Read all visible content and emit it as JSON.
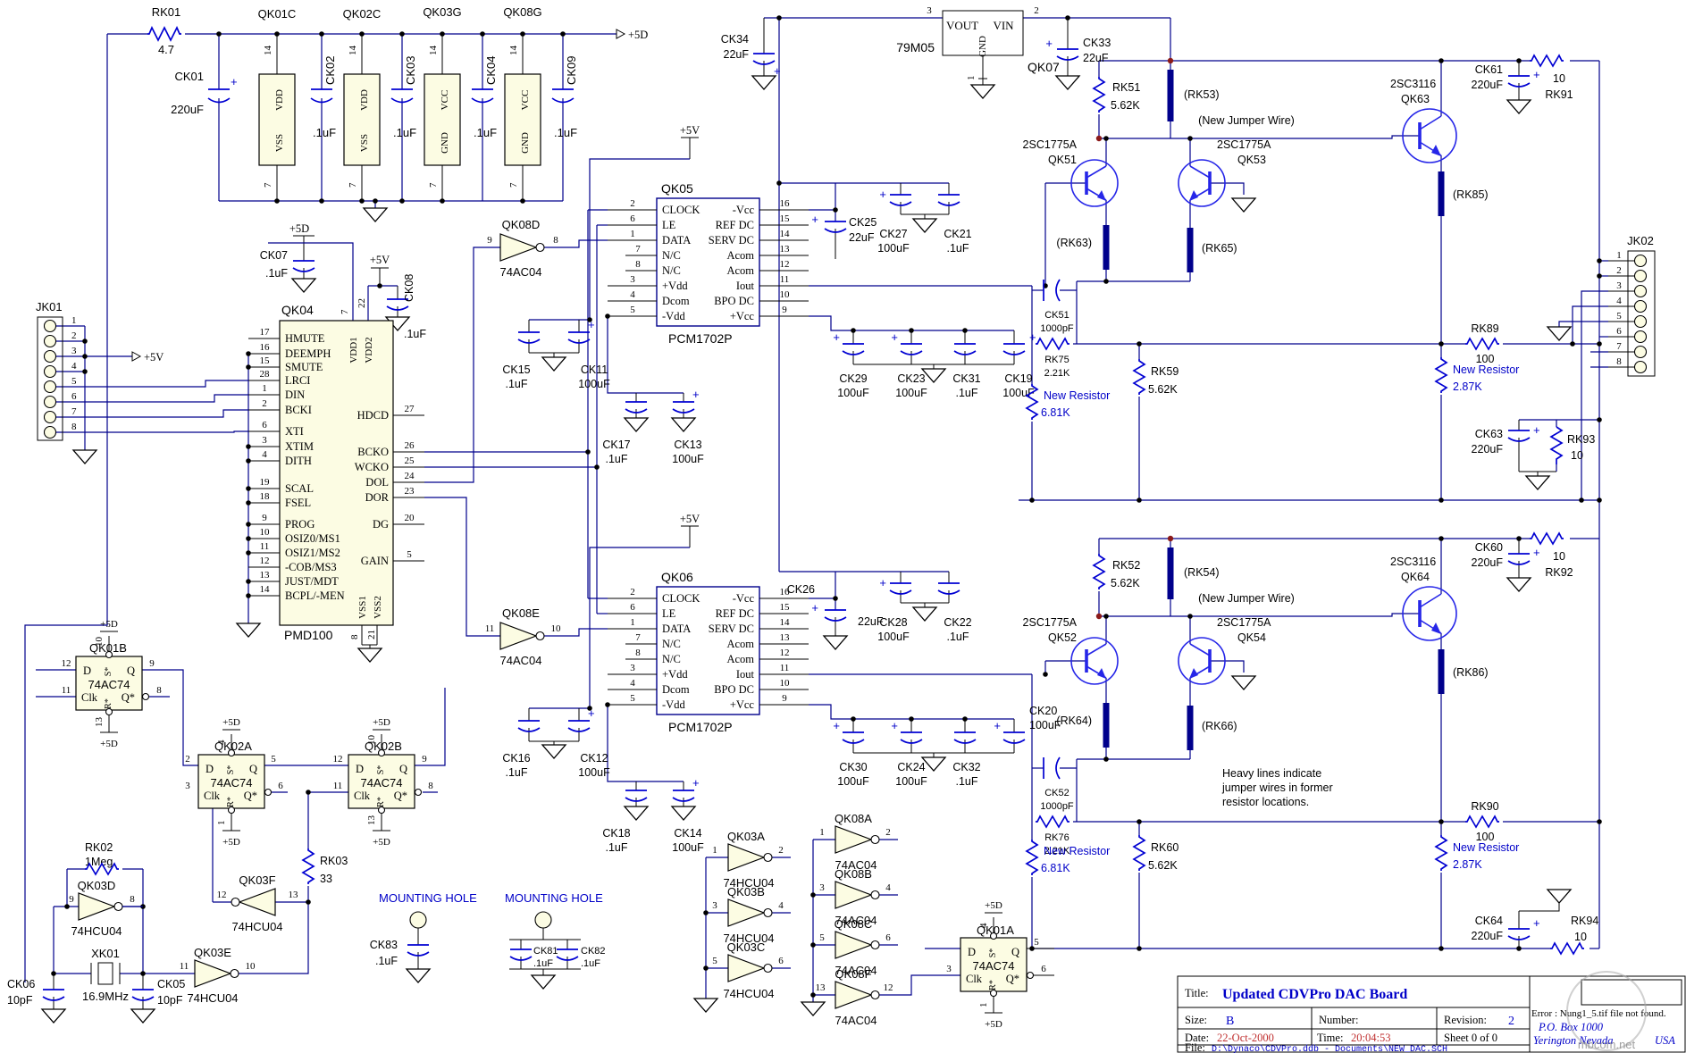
{
  "schematic": {
    "sym": {
      "plus": "+",
      "p5d": "+5D",
      "p5v": "+5V"
    },
    "rail_top": {
      "plus5d": "+5D",
      "rk01": {
        "ref": "RK01",
        "val": "4.7"
      },
      "ck01": {
        "ref": "CK01",
        "val": "220uF"
      },
      "ics": [
        {
          "ref": "QK01C",
          "t": "VDD",
          "b": "VSS",
          "pt": "14",
          "pb": "7"
        },
        {
          "ref": "QK02C",
          "t": "VDD",
          "b": "VSS",
          "pt": "14",
          "pb": "7"
        },
        {
          "ref": "QK03G",
          "t": "VCC",
          "b": "GND",
          "pt": "14",
          "pb": "7"
        },
        {
          "ref": "QK08G",
          "t": "VCC",
          "b": "GND",
          "pt": "14",
          "pb": "7"
        }
      ],
      "caps": [
        {
          "ref": "CK02",
          "val": ".1uF"
        },
        {
          "ref": "CK03",
          "val": ".1uF"
        },
        {
          "ref": "CK04",
          "val": ".1uF"
        },
        {
          "ref": "CK09",
          "val": ".1uF"
        }
      ]
    },
    "regulator": {
      "part": "79M05",
      "ref": "QK07",
      "vout": "VOUT",
      "vin": "VIN",
      "gnd": "GND",
      "p_out": "3",
      "p_in": "2",
      "p_gnd": "1",
      "ck34": {
        "ref": "CK34",
        "val": "22uF"
      },
      "ck33": {
        "ref": "CK33",
        "val": "22uF"
      }
    },
    "jk01": {
      "ref": "JK01",
      "rail": "+5V",
      "pins": [
        "1",
        "2",
        "3",
        "4",
        "5",
        "6",
        "7",
        "8"
      ]
    },
    "qk04": {
      "ref": "QK04",
      "part": "PMD100",
      "ck07": {
        "ref": "CK07",
        "val": ".1uF",
        "rail": "+5D"
      },
      "ck08": {
        "ref": "CK08",
        "val": ".1uF",
        "rail": "+5V"
      },
      "vdd1": "VDD1",
      "vdd2": "VDD2",
      "p_vdd1": "7",
      "p_vdd2": "22",
      "vss1": "VSS1",
      "vss2": "VSS2",
      "p_vss1": "8",
      "p_vss2": "21",
      "left": [
        {
          "n": "17",
          "l": "HMUTE"
        },
        {
          "n": "16",
          "l": "DEEMPH"
        },
        {
          "n": "15",
          "l": "SMUTE"
        },
        {
          "n": "28",
          "l": "LRCI"
        },
        {
          "n": "1",
          "l": "DIN"
        },
        {
          "n": "2",
          "l": "BCKI"
        },
        {
          "n": "6",
          "l": "XTI"
        },
        {
          "n": "3",
          "l": "XTIM"
        },
        {
          "n": "4",
          "l": "DITH"
        },
        {
          "n": "19",
          "l": "SCAL"
        },
        {
          "n": "18",
          "l": "FSEL"
        },
        {
          "n": "9",
          "l": "PROG"
        },
        {
          "n": "10",
          "l": "OSIZ0/MS1"
        },
        {
          "n": "11",
          "l": "OSIZ1/MS2"
        },
        {
          "n": "12",
          "l": "-COB/MS3"
        },
        {
          "n": "13",
          "l": "JUST/MDT"
        },
        {
          "n": "14",
          "l": "BCPL/-MEN"
        }
      ],
      "right": [
        {
          "n": "27",
          "l": "HDCD"
        },
        {
          "n": "26",
          "l": "BCKO"
        },
        {
          "n": "25",
          "l": "WCKO"
        },
        {
          "n": "24",
          "l": "DOL"
        },
        {
          "n": "23",
          "l": "DOR"
        },
        {
          "n": "20",
          "l": "DG"
        },
        {
          "n": "5",
          "l": "GAIN"
        }
      ]
    },
    "dac1": {
      "ref": "QK05",
      "part": "PCM1702P",
      "rail": "+5V",
      "inv": {
        "ref": "QK08D",
        "part": "74AC04",
        "pi": "9",
        "po": "8"
      },
      "left": [
        {
          "n": "2",
          "l": "CLOCK"
        },
        {
          "n": "6",
          "l": "LE"
        },
        {
          "n": "1",
          "l": "DATA"
        },
        {
          "n": "7",
          "l": "N/C"
        },
        {
          "n": "8",
          "l": "N/C"
        },
        {
          "n": "3",
          "l": "+Vdd"
        },
        {
          "n": "4",
          "l": "Dcom"
        },
        {
          "n": "5",
          "l": "-Vdd"
        }
      ],
      "right": [
        {
          "n": "16",
          "l": "-Vcc"
        },
        {
          "n": "15",
          "l": "REF DC"
        },
        {
          "n": "14",
          "l": "SERV DC"
        },
        {
          "n": "13",
          "l": "Acom"
        },
        {
          "n": "12",
          "l": "Acom"
        },
        {
          "n": "11",
          "l": "Iout"
        },
        {
          "n": "10",
          "l": "BPO DC"
        },
        {
          "n": "9",
          "l": "+Vcc"
        }
      ],
      "ck15": {
        "ref": "CK15",
        "val": ".1uF"
      },
      "ck11": {
        "ref": "CK11",
        "val": "100uF"
      },
      "ck17": {
        "ref": "CK17",
        "val": ".1uF"
      },
      "ck13": {
        "ref": "CK13",
        "val": "100uF"
      },
      "ck25": {
        "ref": "CK25",
        "val": "22uF"
      },
      "ck27": {
        "ref": "CK27",
        "val": "100uF"
      },
      "ck21": {
        "ref": "CK21",
        "val": ".1uF"
      },
      "ck29": {
        "ref": "CK29",
        "val": "100uF"
      },
      "ck23": {
        "ref": "CK23",
        "val": "100uF"
      },
      "ck31": {
        "ref": "CK31",
        "val": ".1uF"
      },
      "ck19": {
        "ref": "CK19",
        "val": "100uF"
      }
    },
    "dac2": {
      "ref": "QK06",
      "part": "PCM1702P",
      "rail": "+5V",
      "inv": {
        "ref": "QK08E",
        "part": "74AC04",
        "pi": "11",
        "po": "10"
      },
      "left": [
        {
          "n": "2",
          "l": "CLOCK"
        },
        {
          "n": "6",
          "l": "LE"
        },
        {
          "n": "1",
          "l": "DATA"
        },
        {
          "n": "7",
          "l": "N/C"
        },
        {
          "n": "8",
          "l": "N/C"
        },
        {
          "n": "3",
          "l": "+Vdd"
        },
        {
          "n": "4",
          "l": "Dcom"
        },
        {
          "n": "5",
          "l": "-Vdd"
        }
      ],
      "right": [
        {
          "n": "16",
          "l": "-Vcc"
        },
        {
          "n": "15",
          "l": "REF DC"
        },
        {
          "n": "14",
          "l": "SERV DC"
        },
        {
          "n": "13",
          "l": "Acom"
        },
        {
          "n": "12",
          "l": "Acom"
        },
        {
          "n": "11",
          "l": "Iout"
        },
        {
          "n": "10",
          "l": "BPO DC"
        },
        {
          "n": "9",
          "l": "+Vcc"
        }
      ],
      "ck16": {
        "ref": "CK16",
        "val": ".1uF"
      },
      "ck12": {
        "ref": "CK12",
        "val": "100uF"
      },
      "ck18": {
        "ref": "CK18",
        "val": ".1uF"
      },
      "ck14": {
        "ref": "CK14",
        "val": "100uF"
      },
      "ck26": {
        "ref": "CK26",
        "val": "22uF"
      },
      "ck28": {
        "ref": "CK28",
        "val": "100uF"
      },
      "ck22": {
        "ref": "CK22",
        "val": ".1uF"
      },
      "ck30": {
        "ref": "CK30",
        "val": "100uF"
      },
      "ck24": {
        "ref": "CK24",
        "val": "100uF"
      },
      "ck32": {
        "ref": "CK32",
        "val": ".1uF"
      },
      "ck20": {
        "ref": "CK20",
        "val": "100uF"
      }
    },
    "ch1": {
      "rk51": {
        "ref": "RK51",
        "val": "5.62K"
      },
      "rk53": "(RK53)",
      "jumper": "(New Jumper Wire)",
      "q1p": "2SC1775A",
      "q1r": "QK51",
      "q2p": "2SC1775A",
      "q2r": "QK53",
      "q3p": "2SC3116",
      "q3r": "QK63",
      "rk63": "(RK63)",
      "rk65": "(RK65)",
      "rk85": "(RK85)",
      "ck51": {
        "ref": "CK51",
        "val": "1000pF"
      },
      "rk75": {
        "ref": "RK75",
        "val": "2.21K"
      },
      "rk59": {
        "ref": "RK59",
        "val": "5.62K"
      },
      "nr1n": "New Resistor",
      "nr1v": "6.81K",
      "ck61": {
        "ref": "CK61",
        "val": "220uF"
      },
      "rk91": {
        "ref": "RK91",
        "val": "10"
      },
      "rk89": {
        "ref": "RK89",
        "val": "100"
      },
      "nr2n": "New Resistor",
      "nr2v": "2.87K",
      "ck63": {
        "ref": "CK63",
        "val": "220uF"
      },
      "rk93": {
        "ref": "RK93",
        "val": "10"
      }
    },
    "jk02": {
      "ref": "JK02",
      "pins": [
        "1",
        "2",
        "3",
        "4",
        "5",
        "6",
        "7",
        "8"
      ]
    },
    "ch2": {
      "rk52": {
        "ref": "RK52",
        "val": "5.62K"
      },
      "rk54": "(RK54)",
      "jumper": "(New Jumper Wire)",
      "q1p": "2SC1775A",
      "q1r": "QK52",
      "q2p": "2SC1775A",
      "q2r": "QK54",
      "q3p": "2SC3116",
      "q3r": "QK64",
      "rk64": "(RK64)",
      "rk66": "(RK66)",
      "rk86": "(RK86)",
      "ck52": {
        "ref": "CK52",
        "val": "1000pF"
      },
      "rk76": {
        "ref": "RK76",
        "val": "2.21K"
      },
      "rk60": {
        "ref": "RK60",
        "val": "5.62K"
      },
      "nr1n": "New Resistor",
      "nr1v": "6.81K",
      "ck60": {
        "ref": "CK60",
        "val": "220uF"
      },
      "rk92": {
        "ref": "RK92",
        "val": "10"
      },
      "rk90": {
        "ref": "RK90",
        "val": "100"
      },
      "nr2n": "New Resistor",
      "nr2v": "2.87K",
      "ck64": {
        "ref": "CK64",
        "val": "220uF"
      },
      "rk94": {
        "ref": "RK94",
        "val": "10"
      }
    },
    "note": [
      "Heavy lines indicate",
      "jumper wires in former",
      "resistor locations."
    ],
    "ff": {
      "part": "74AC74",
      "d": "D",
      "clk": "Clk",
      "s": "S*",
      "r": "R*",
      "q": "Q",
      "qb": "Q*",
      "rail": "+5D"
    },
    "qk01b": {
      "ref": "QK01B",
      "pd": "12",
      "pc": "11",
      "pq": "9",
      "pqb": "8",
      "ps": "10",
      "pr": "13"
    },
    "qk02a": {
      "ref": "QK02A",
      "pd": "2",
      "pc": "3",
      "pq": "5",
      "pqb": "6",
      "ps": "4",
      "pr": "1"
    },
    "qk02b": {
      "ref": "QK02B",
      "pd": "12",
      "pc": "11",
      "pq": "9",
      "pqb": "8",
      "ps": "10",
      "pr": "13"
    },
    "qk01a": {
      "ref": "QK01A",
      "pd": "",
      "pc": "3",
      "pq": "5",
      "pqb": "6",
      "ps": "4",
      "pr": "1"
    },
    "osc": {
      "rk02": {
        "ref": "RK02",
        "val": "1Meg"
      },
      "rk03": {
        "ref": "RK03",
        "val": "33"
      },
      "qk03d": {
        "ref": "QK03D",
        "part": "74HCU04",
        "pi": "9",
        "po": "8"
      },
      "qk03f": {
        "ref": "QK03F",
        "part": "74HCU04",
        "pi": "13",
        "po": "12"
      },
      "qk03e": {
        "ref": "QK03E",
        "part": "74HCU04",
        "pi": "11",
        "po": "10"
      },
      "xk01": {
        "ref": "XK01",
        "val": "16.9MHz"
      },
      "ck06": {
        "ref": "CK06",
        "val": "10pF"
      },
      "ck05": {
        "ref": "CK05",
        "val": "10pF"
      }
    },
    "misc": {
      "hole": "MOUNTING HOLE",
      "ck83": {
        "ref": "CK83",
        "val": ".1uF"
      },
      "ck81": {
        "ref": "CK81",
        "val": ".1uF"
      },
      "ck82": {
        "ref": "CK82",
        "val": ".1uF"
      },
      "inv1": [
        {
          "ref": "QK03A",
          "part": "74HCU04",
          "pi": "1",
          "po": "2"
        },
        {
          "ref": "QK03B",
          "part": "74HCU04",
          "pi": "3",
          "po": "4"
        },
        {
          "ref": "QK03C",
          "part": "74HCU04",
          "pi": "5",
          "po": "6"
        }
      ],
      "inv2": [
        {
          "ref": "QK08A",
          "part": "74AC04",
          "pi": "1",
          "po": "2"
        },
        {
          "ref": "QK08B",
          "part": "74AC04",
          "pi": "3",
          "po": "4"
        },
        {
          "ref": "QK08C",
          "part": "74AC04",
          "pi": "5",
          "po": "6"
        },
        {
          "ref": "QK08F",
          "part": "74AC04",
          "pi": "13",
          "po": "12"
        }
      ]
    },
    "tb": {
      "title_label": "Title:",
      "title": "Updated CDVPro DAC Board",
      "size_label": "Size:",
      "size": "B",
      "number_label": "Number:",
      "rev_label": "Revision:",
      "rev": "2",
      "date_label": "Date:",
      "date": "22-Oct-2000",
      "time_label": "Time:",
      "time": "20:04:53",
      "sheet": "Sheet 0  of 0",
      "file_label": "File:",
      "file": "D:\\Dynaco\\CDVPro.ddb  -  Documents\\NEW_DAC.SCH",
      "error": "Error : Nung1_5.tif file not found.",
      "addr1": "P.O. Box 1000",
      "addr2": "Yerington  Nevada",
      "addr3": "USA",
      "wm": "mbcom.net"
    }
  }
}
